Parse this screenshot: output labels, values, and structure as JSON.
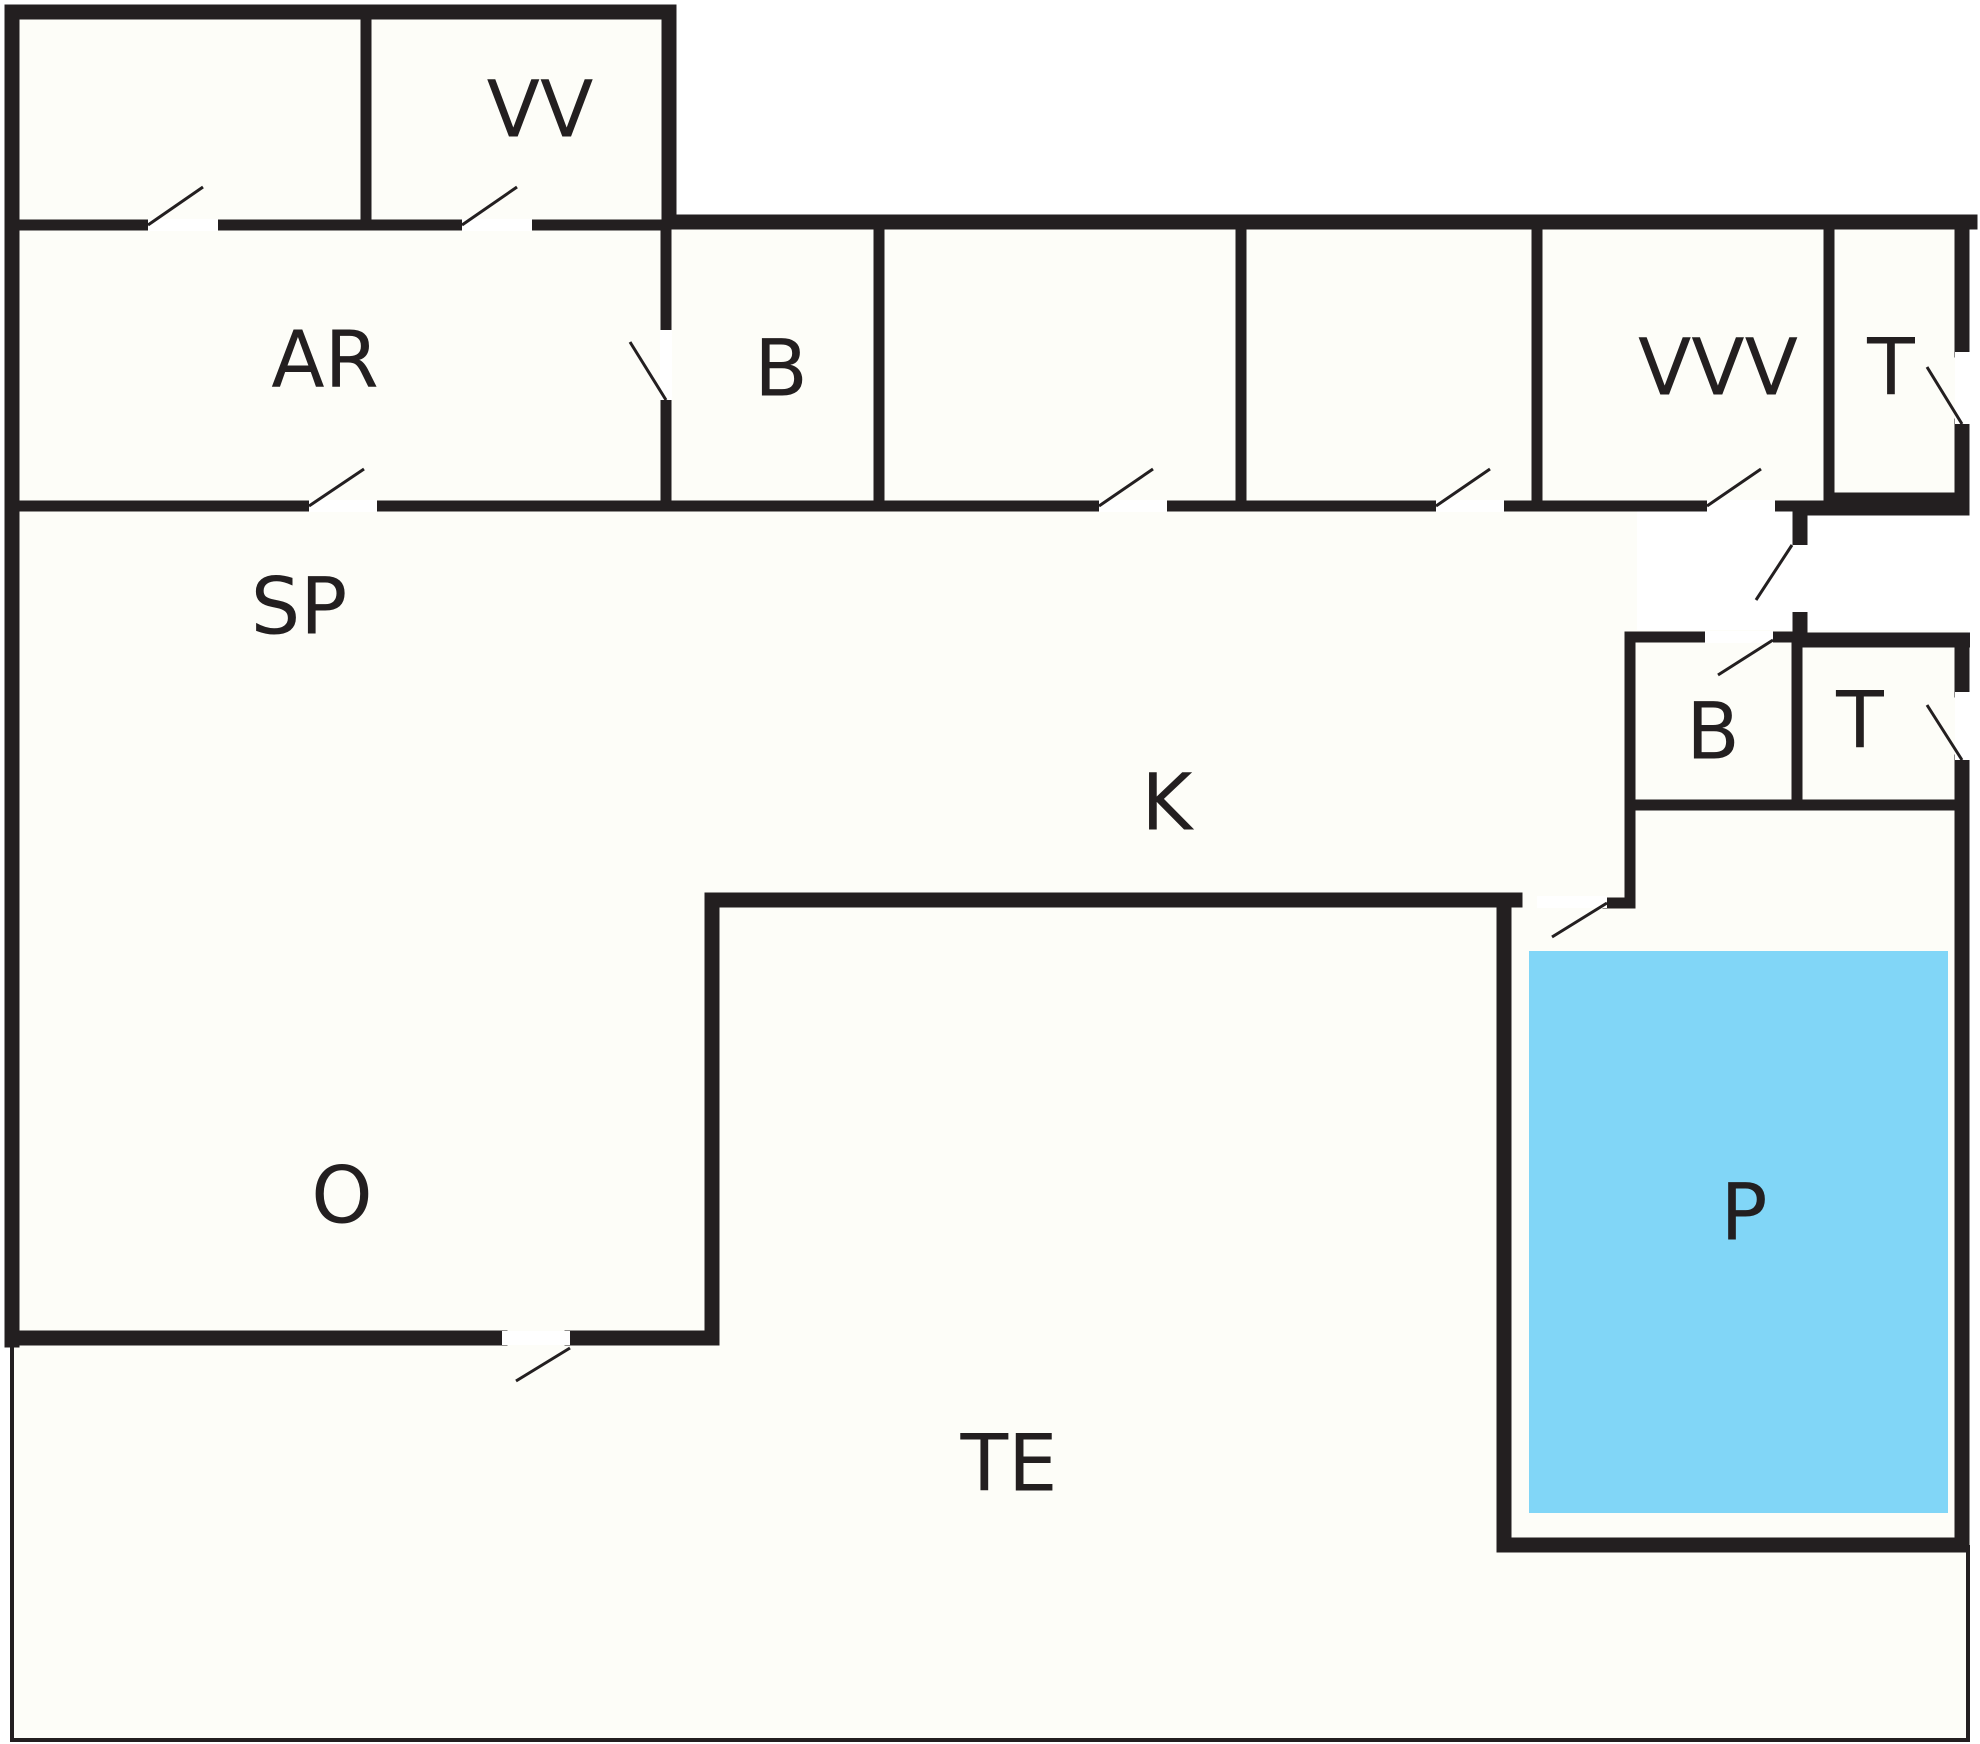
{
  "floorplan": {
    "colors": {
      "wall": "#231f20",
      "floor": "#fdfdf8",
      "pool": "#81d6f7",
      "background": "#ffffff"
    },
    "rooms": {
      "vv_top": "VV",
      "ar": "AR",
      "b_top": "B",
      "vvv": "VVV",
      "t_top": "T",
      "sp": "SP",
      "k": "K",
      "b_right": "B",
      "t_right": "T",
      "o": "O",
      "te": "TE",
      "p": "P"
    }
  }
}
